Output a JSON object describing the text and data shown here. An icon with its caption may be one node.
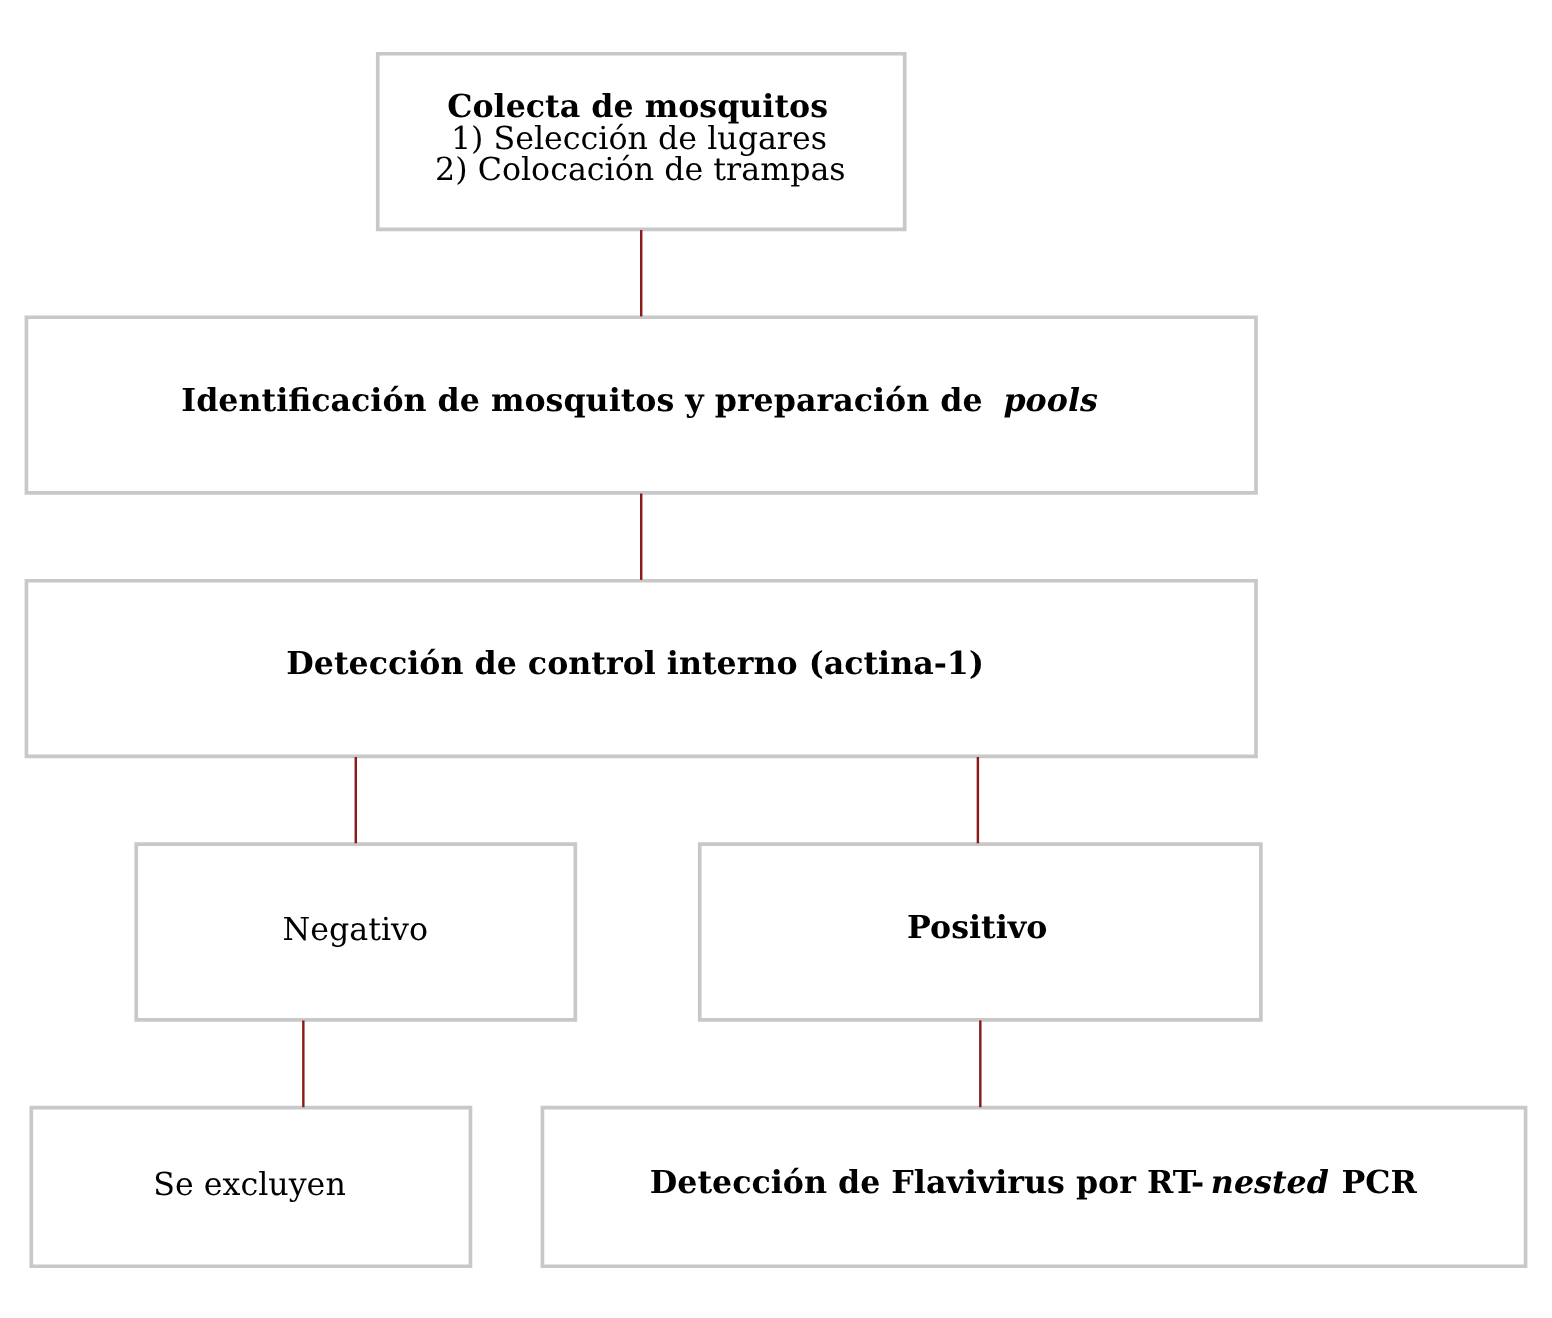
{
  "diagram": {
    "nodes": [
      {
        "text": [
          "Colecta de mosquitos",
          "1) Selección de lugares",
          "2) Colocación de trampas"
        ]
      },
      {
        "text": [
          "Identificación de mosquitos y preparación de *pools*"
        ]
      },
      {
        "text": [
          "Detección de control interno (actina-1)"
        ]
      },
      {
        "text": [
          "Negativo"
        ]
      },
      {
        "text": [
          "Positivo"
        ]
      },
      {
        "text": [
          "Se excluyen"
        ]
      },
      {
        "text": [
          "Detección de Flavivirus por RT-*nested* PCR"
        ]
      }
    ],
    "edges": [
      {
        "from": 0,
        "to": 1,
        "arrow": "none"
      },
      {
        "from": 1,
        "to": 2,
        "arrow": "none"
      },
      {
        "from": 2,
        "to": 3,
        "arrow": "none"
      },
      {
        "from": 2,
        "to": 4,
        "arrow": "none"
      },
      {
        "from": 3,
        "to": 5,
        "arrow": "none"
      },
      {
        "from": 4,
        "to": 6,
        "arrow": "none"
      }
    ]
  }
}
